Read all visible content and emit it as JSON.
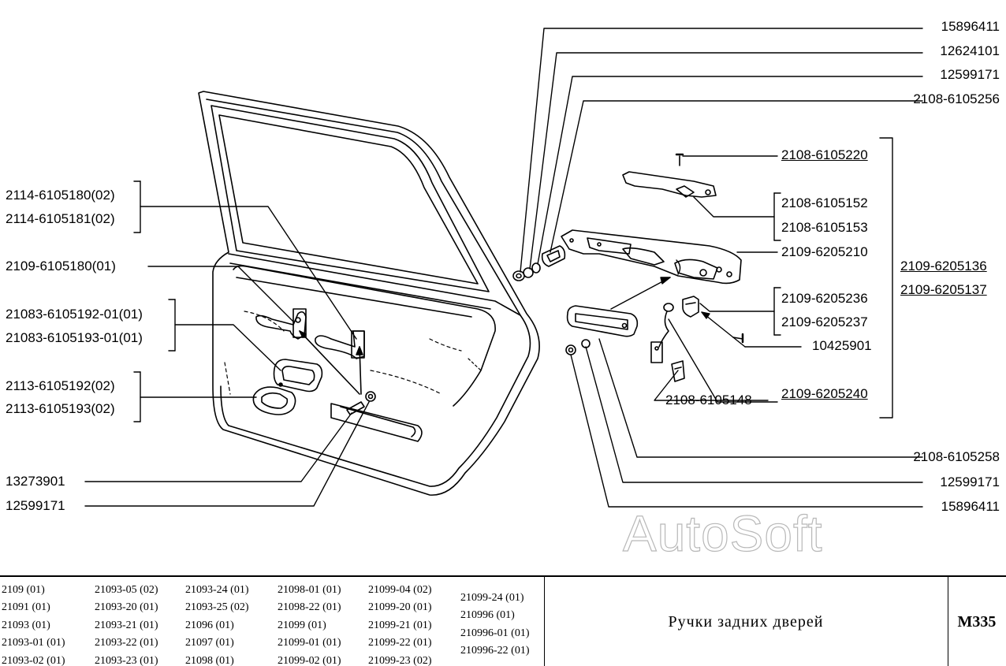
{
  "labels": {
    "p15896411_top": "15896411",
    "p12624101": "12624101",
    "p12599171_top": "12599171",
    "p2108_6105256": "2108-6105256",
    "p2108_6105220": "2108-6105220",
    "p2108_6105152": "2108-6105152",
    "p2108_6105153": "2108-6105153",
    "p2109_6205210": "2109-6205210",
    "p2109_6205136": "2109-6205136",
    "p2109_6205137": "2109-6205137",
    "p2109_6205236": "2109-6205236",
    "p2109_6205237": "2109-6205237",
    "p10425901": "10425901",
    "p2108_6105148": "2108-6105148",
    "p2109_6205240": "2109-6205240",
    "p2108_6105258": "2108-6105258",
    "p12599171_bot": "12599171",
    "p15896411_bot": "15896411",
    "p2114_6105180": "2114-6105180(02)",
    "p2114_6105181": "2114-6105181(02)",
    "p2109_6105180": "2109-6105180(01)",
    "p21083_6105192": "21083-6105192-01(01)",
    "p21083_6105193": "21083-6105193-01(01)",
    "p2113_6105192": "2113-6105192(02)",
    "p2113_6105193": "2113-6105193(02)",
    "p13273901": "13273901",
    "p12599171_left": "12599171"
  },
  "watermark": "AutoSoft",
  "footer": {
    "models": [
      [
        "2109 (01)",
        "21091 (01)",
        "21093 (01)",
        "21093-01 (01)",
        "21093-02 (01)"
      ],
      [
        "21093-05 (02)",
        "21093-20 (01)",
        "21093-21 (01)",
        "21093-22 (01)",
        "21093-23 (01)"
      ],
      [
        "21093-24 (01)",
        "21093-25 (02)",
        "21096 (01)",
        "21097 (01)",
        "21098 (01)"
      ],
      [
        "21098-01 (01)",
        "21098-22 (01)",
        "21099 (01)",
        "21099-01 (01)",
        "21099-02 (01)"
      ],
      [
        "21099-04 (02)",
        "21099-20 (01)",
        "21099-21 (01)",
        "21099-22 (01)",
        "21099-23 (02)"
      ],
      [
        "21099-24 (01)",
        "210996 (01)",
        "210996-01 (01)",
        "210996-22 (01)"
      ]
    ],
    "title": "Ручки задних дверей",
    "code": "M335"
  }
}
